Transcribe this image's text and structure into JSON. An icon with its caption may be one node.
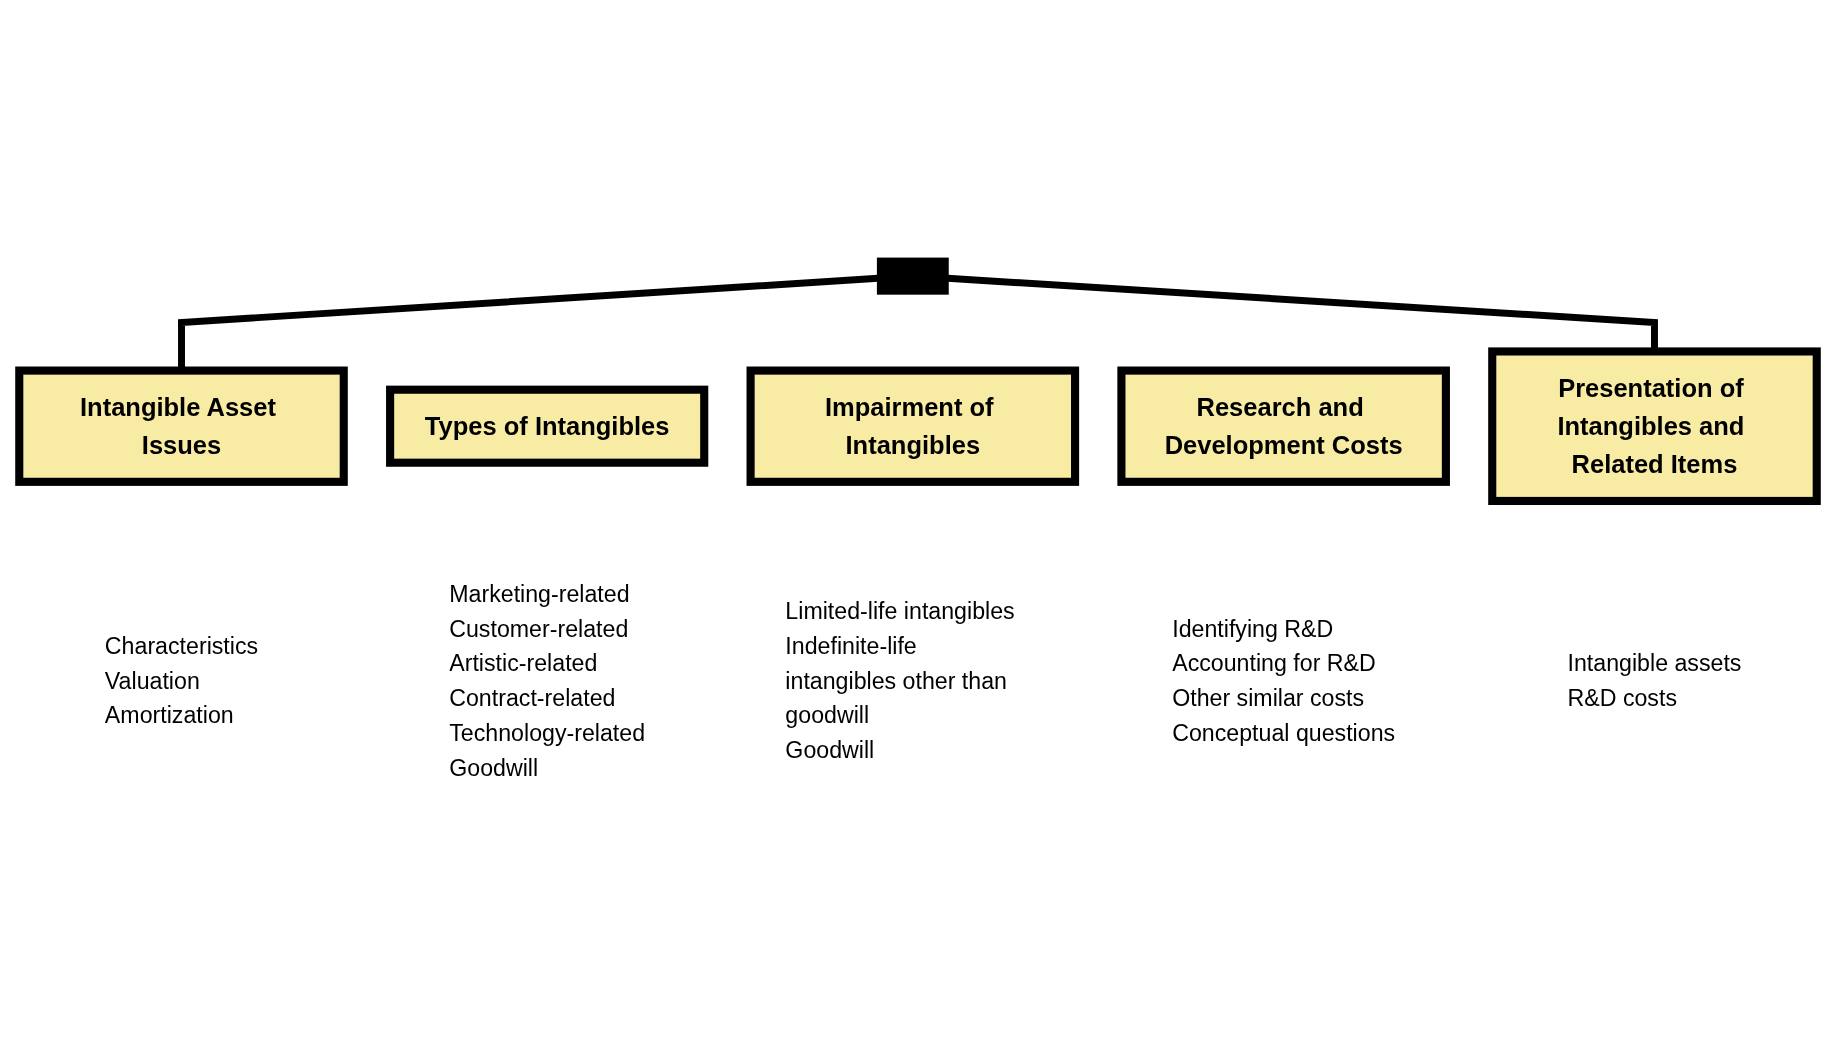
{
  "diagram": {
    "nodes": [
      {
        "text": [],
        "shape": "bar"
      },
      {
        "text": [
          "Intangible Asset Issues"
        ],
        "beside": [
          "Characteristics",
          "Valuation",
          "Amortization"
        ]
      },
      {
        "text": [
          "Types of Intangibles"
        ],
        "beside": [
          "Marketing-related",
          "Customer-related",
          "Artistic-related",
          "Contract-related",
          "Technology-related",
          "Goodwill"
        ]
      },
      {
        "text": [
          "Impairment of Intangibles"
        ],
        "beside": [
          "Limited-life intangibles",
          "Indefinite-life intangibles other than goodwill",
          "Goodwill"
        ]
      },
      {
        "text": [
          "Research and Development Costs"
        ],
        "beside": [
          "Identifying R&D",
          "Accounting for R&D",
          "Other similar costs",
          "Conceptual questions"
        ]
      },
      {
        "text": [
          "Presentation of Intangibles and Related Items"
        ],
        "beside": [
          "Intangible assets",
          "R&D costs"
        ]
      }
    ],
    "edges": [
      {
        "from": 0,
        "to": 1,
        "arrow": "none"
      },
      {
        "from": 0,
        "to": 5,
        "arrow": "none"
      }
    ]
  }
}
